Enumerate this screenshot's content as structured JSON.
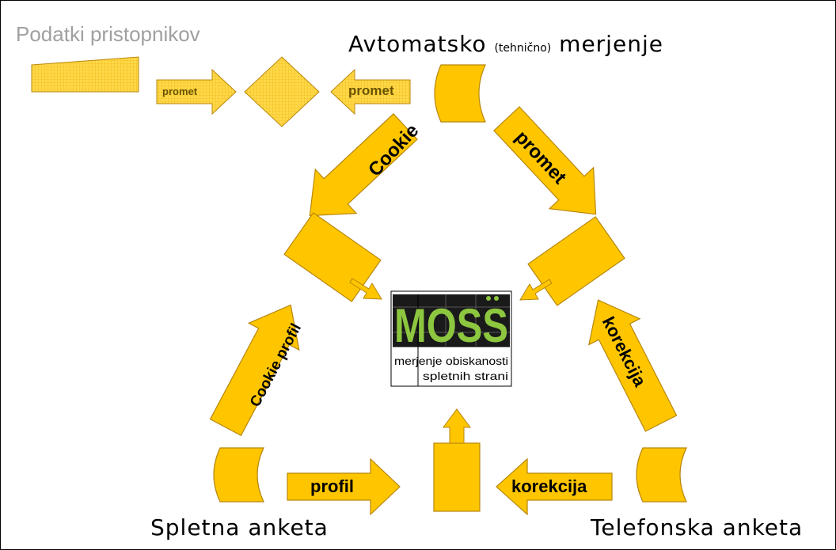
{
  "labels": {
    "source_data": "Podatki pristopnikov",
    "auto_prefix": "Avtomatsko",
    "auto_paren": "(tehnično)",
    "auto_suffix": "merjenje",
    "web_survey": "Spletna anketa",
    "phone_survey": "Telefonska anketa"
  },
  "arrows": {
    "promet_small_left": "promet",
    "promet_small_right": "promet",
    "cookie": "Cookie",
    "promet": "promet",
    "cookie_profil": "Cookie profil",
    "korekcija_right": "korekcija",
    "profil": "profil",
    "korekcija_bottom": "korekcija"
  },
  "logo": {
    "wordmark": "MOSS",
    "line1": "merjenje obiskanosti",
    "line2": "spletnih strani"
  },
  "colors": {
    "fill": "#FFC600",
    "stroke": "#B8860B",
    "logo_green": "#8DC63F"
  }
}
